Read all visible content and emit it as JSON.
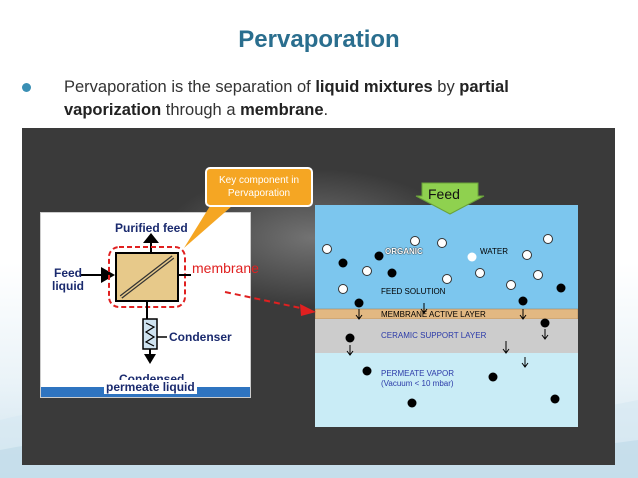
{
  "slide": {
    "title": "Pervaporation",
    "bullet": {
      "t1": "Pervaporation is the separation of ",
      "b1": "liquid mixtures",
      "t2": " by ",
      "b2": "partial",
      "b3": "vaporization",
      "t3": " through a ",
      "b4": "membrane",
      "t4": "."
    }
  },
  "callout": {
    "line1": "Key component in",
    "line2": "Pervaporation"
  },
  "feed_arrow_label": "Feed",
  "schematic": {
    "purified_feed": "Purified feed",
    "feed_liquid_1": "Feed",
    "feed_liquid_2": "liquid",
    "membrane": "membrane",
    "condenser": "Condenser",
    "condensed_1": "Condensed",
    "condensed_2": "permeate liquid"
  },
  "membrane_diagram": {
    "organic": "ORGANIC",
    "water": "WATER",
    "feed_solution": "FEED SOLUTION",
    "active_layer": "MEMBRANE ACTIVE LAYER",
    "support_layer": "CERAMIC SUPPORT LAYER",
    "permeate_1": "PERMEATE VAPOR",
    "permeate_2": "(Vacuum < 10 mbar)"
  },
  "colors": {
    "title": "#2a6e8e",
    "callout": "#f5a623",
    "feed_arrow": "#8fd14f",
    "feed_region": "#7cc6ee",
    "active_layer": "#e2b882",
    "support_layer": "#cccccc",
    "permeate_region": "#c9ecf6",
    "membrane_label": "#e02020"
  }
}
